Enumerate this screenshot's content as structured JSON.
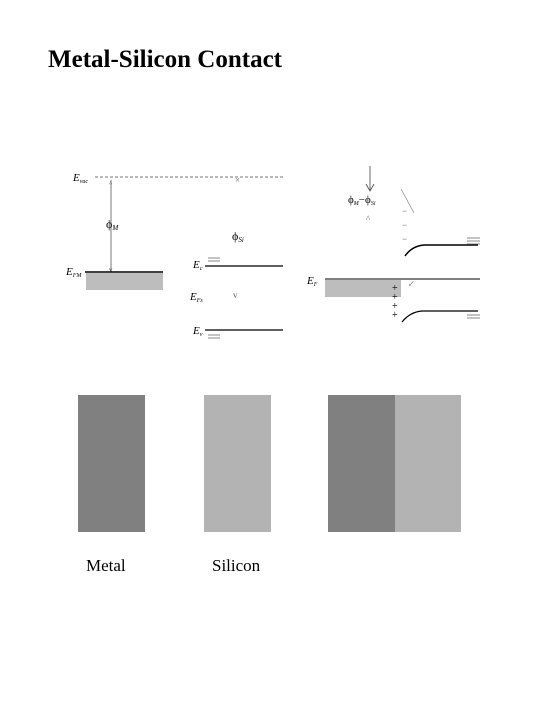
{
  "title": "Metal-Silicon Contact",
  "labels": {
    "e_vac": "E",
    "e_vac_sub": "vac",
    "phi_m": "ϕ",
    "phi_m_sub": "M",
    "e_fm": "E",
    "e_fm_sub": "FM",
    "phi_si": "ϕ",
    "phi_si_sub": "Si",
    "e_c": "E",
    "e_c_sub": "c",
    "e_fs": "E",
    "e_fs_sub": "Fs",
    "e_v": "E",
    "e_v_sub": "v",
    "barrier_phi1": "ϕ",
    "barrier_phi1_sub": "M",
    "barrier_minus": "−",
    "barrier_phi2": "ϕ",
    "barrier_phi2_sub": "Si",
    "e_f": "E",
    "e_f_sub": "F"
  },
  "captions": {
    "metal": "Metal",
    "silicon": "Silicon"
  },
  "colors": {
    "metal": "#808080",
    "silicon": "#b3b3b3",
    "fermi_fill": "#bdbdbd",
    "line": "#000000",
    "dashed": "#777777"
  }
}
